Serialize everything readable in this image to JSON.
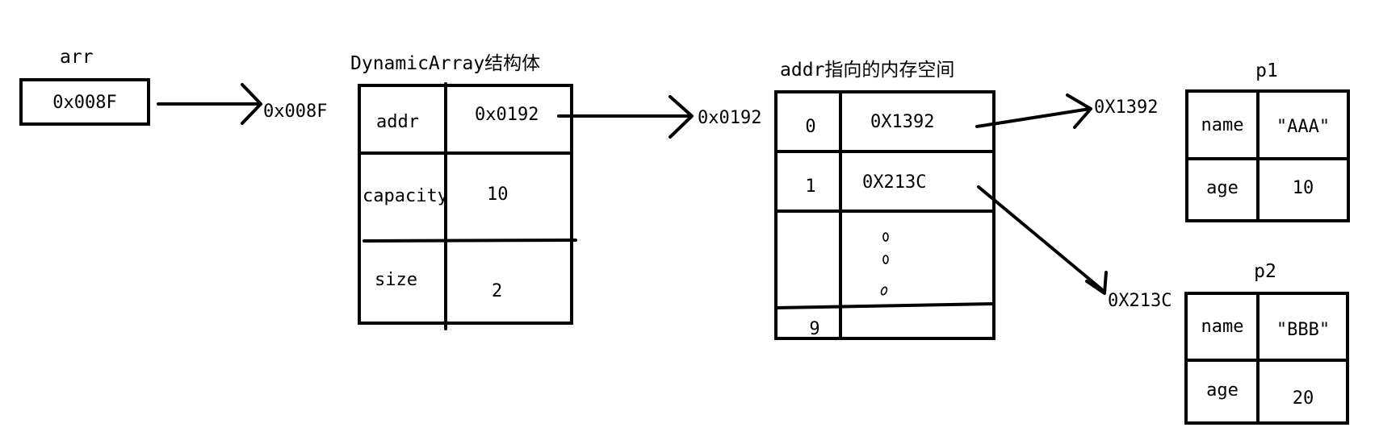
{
  "arr": {
    "label": "arr",
    "value": "0x008F"
  },
  "pointer_arr": {
    "target": "0x008F"
  },
  "struct": {
    "title": "DynamicArray结构体",
    "rows": [
      {
        "key": "addr",
        "value": "0x0192"
      },
      {
        "key": "capacity",
        "value": "10"
      },
      {
        "key": "size",
        "value": "2"
      }
    ]
  },
  "pointer_addr": {
    "target": "0x0192"
  },
  "memory": {
    "title": "addr指向的内存空间",
    "rows": [
      {
        "index": "0",
        "value": "0X1392"
      },
      {
        "index": "1",
        "value": "0X213C"
      },
      {
        "index": "",
        "value": ""
      },
      {
        "index": "9",
        "value": ""
      }
    ]
  },
  "pointer_p1": {
    "target": "0X1392"
  },
  "pointer_p2": {
    "target": "0X213C"
  },
  "p1": {
    "label": "p1",
    "rows": [
      {
        "key": "name",
        "value": "\"AAA\""
      },
      {
        "key": "age",
        "value": "10"
      }
    ]
  },
  "p2": {
    "label": "p2",
    "rows": [
      {
        "key": "name",
        "value": "\"BBB\""
      },
      {
        "key": "age",
        "value": "20"
      }
    ]
  }
}
